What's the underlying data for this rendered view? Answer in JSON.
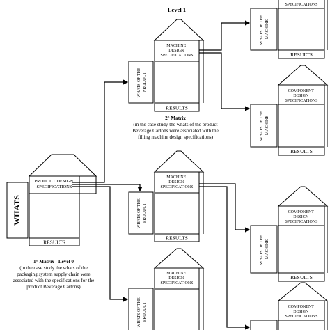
{
  "level_label": "Level 1",
  "whats_label": "WHATS",
  "house_labels": {
    "product_design_specs": [
      "PRODUCT DESIGN",
      "SPECIFICATIONS"
    ],
    "machine_design_specs": [
      "MACHINE",
      "DESIGN",
      "SPECIFICATIONS"
    ],
    "component_design_specs": [
      "COMPONENT",
      "DESIGN",
      "SPECIFICATIONS"
    ]
  },
  "side_labels": {
    "product": [
      "WHATS OF THE",
      "PRODUCT"
    ],
    "machine": [
      "WHATS OF THE",
      "MACHINE"
    ]
  },
  "results_label": "RESULTS",
  "captions": {
    "matrix2_title": "2° Matrix",
    "matrix2_lines": [
      "(in the case study the whats of the product",
      "Beverage Cartons were associated with the",
      "filling machine design specifications)"
    ],
    "matrix1_title": "1° Matrix - Level 0",
    "matrix1_lines": [
      "(in the case study the whats of the",
      "packaging system supply chain were",
      "associated with the specifications for the",
      "product Beverage Cartons)"
    ]
  },
  "colors": {
    "line": "#000000",
    "background": "#ffffff"
  }
}
